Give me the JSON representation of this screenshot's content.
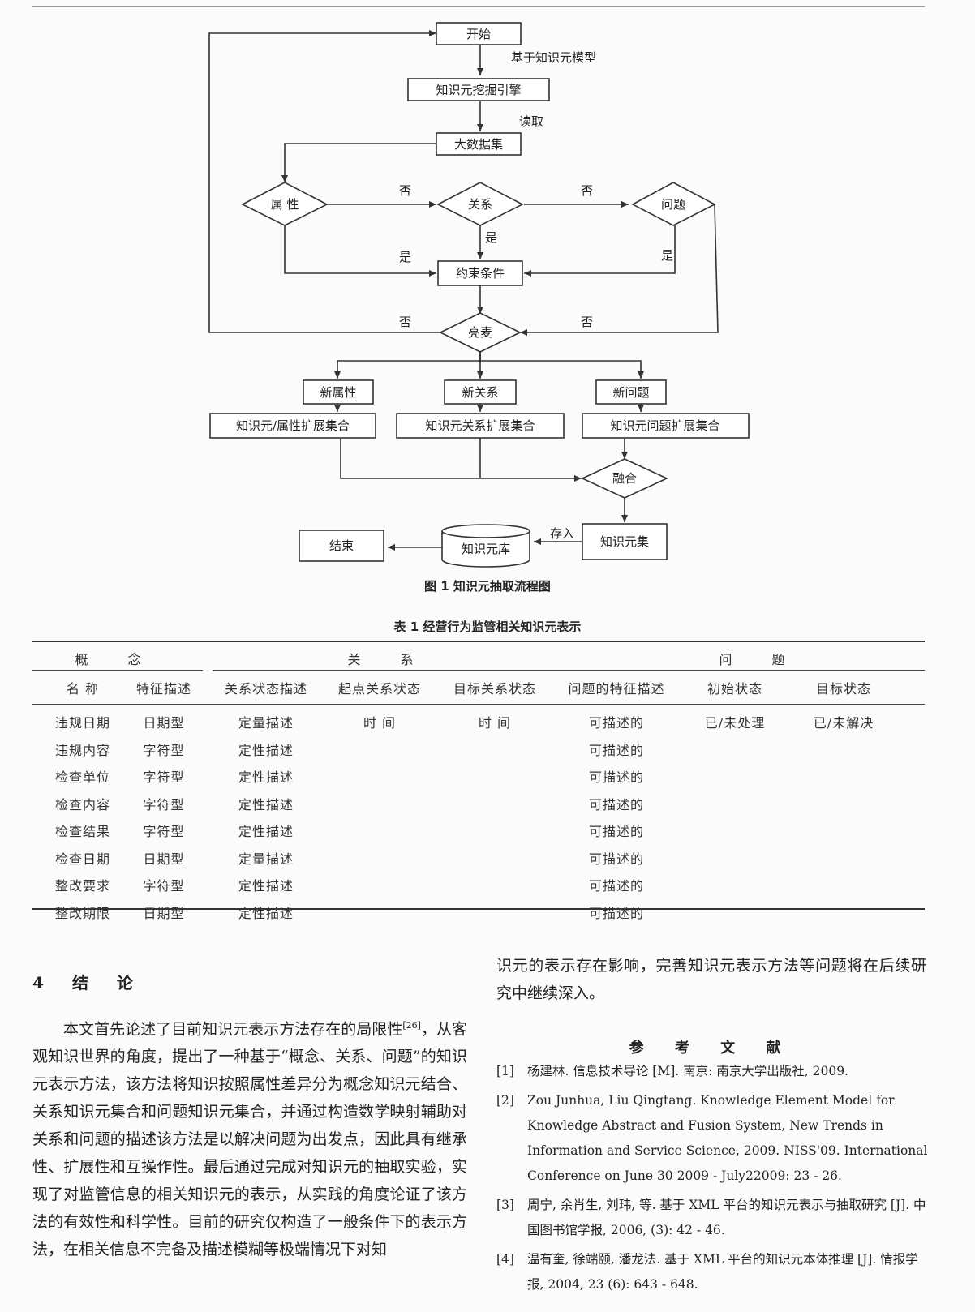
{
  "flowchart": {
    "nodes": {
      "start": "开始",
      "engine": "知识元挖掘引擎",
      "dataset": "大数据集",
      "attr": "属 性",
      "relation": "关系",
      "problem": "问题",
      "constraint": "约束条件",
      "highlight": "亮麦",
      "new_attr": "新属性",
      "new_rel": "新关系",
      "new_prob": "新问题",
      "attr_set": "知识元/属性扩展集合",
      "rel_set": "知识元关系扩展集合",
      "prob_set": "知识元问题扩展集合",
      "fuse": "融合",
      "ke_set": "知识元集",
      "ke_lib": "知识元库",
      "end": "结束"
    },
    "labels": {
      "based_on": "基于知识元模型",
      "read": "读取",
      "no1": "否",
      "no2": "否",
      "yes_attr": "是",
      "yes_rel": "是",
      "yes_prob": "是",
      "no_left": "否",
      "no_right": "否",
      "store": "存入"
    }
  },
  "figure_caption": "图 1  知识元抽取流程图",
  "table_caption": "表 1  经营行为监管相关知识元表示",
  "table": {
    "groups": [
      "概 念",
      "关 系",
      "问 题"
    ],
    "headers": [
      "名 称",
      "特征描述",
      "关系状态描述",
      "起点关系状态",
      "目标关系状态",
      "问题的特征描述",
      "初始状态",
      "目标状态"
    ],
    "rows": [
      [
        "违规日期",
        "日期型",
        "定量描述",
        "时 间",
        "时 间",
        "可描述的",
        "已/未处理",
        "已/未解决"
      ],
      [
        "违规内容",
        "字符型",
        "定性描述",
        "",
        "",
        "可描述的",
        "",
        ""
      ],
      [
        "检查单位",
        "字符型",
        "定性描述",
        "",
        "",
        "可描述的",
        "",
        ""
      ],
      [
        "检查内容",
        "字符型",
        "定性描述",
        "",
        "",
        "可描述的",
        "",
        ""
      ],
      [
        "检查结果",
        "字符型",
        "定性描述",
        "",
        "",
        "可描述的",
        "",
        ""
      ],
      [
        "检查日期",
        "日期型",
        "定量描述",
        "",
        "",
        "可描述的",
        "",
        ""
      ],
      [
        "整改要求",
        "字符型",
        "定性描述",
        "",
        "",
        "可描述的",
        "",
        ""
      ],
      [
        "整改期限",
        "日期型",
        "定性描述",
        "",
        "",
        "可描述的",
        "",
        ""
      ]
    ]
  },
  "section": {
    "title": "4 结 论",
    "para_a": "本文首先论述了目前知识元表示方法存在的局限性",
    "para_cite": "[26]",
    "para_b": "，从客观知识世界的角度，提出了一种基于“概念、关系、问题”的知识元表示方法，该方法将知识按照属性差异分为概念知识元结合、关系知识元集合和问题知识元集合，并通过构造数学映射辅助对关系和问题的描述该方法是以解决问题为出发点，因此具有继承性、扩展性和互操作性。最后通过完成对知识元的抽取实验，实现了对监管信息的相关知识元的表示，从实践的角度论证了该方法的有效性和科学性。目前的研究仅构造了一般条件下的表示方法，在相关信息不完备及描述模糊等极端情况下对知",
    "continuation": "识元的表示存在影响，完善知识元表示方法等问题将在后续研究中继续深入。"
  },
  "references": {
    "title": "参 考 文 献",
    "items": [
      {
        "num": "[1]",
        "text": "杨建林. 信息技术导论 [M]. 南京: 南京大学出版社, 2009."
      },
      {
        "num": "[2]",
        "text": "Zou Junhua, Liu Qingtang. Knowledge Element Model for Knowledge Abstract and Fusion System, New Trends in Information and Service Science, 2009. NISS'09. International Conference on June 30 2009 - July22009: 23 - 26."
      },
      {
        "num": "[3]",
        "text": "周宁, 余肖生, 刘玮, 等. 基于 XML 平台的知识元表示与抽取研究 [J]. 中国图书馆学报, 2006, (3): 42 - 46."
      },
      {
        "num": "[4]",
        "text": "温有奎, 徐端颐, 潘龙法. 基于 XML 平台的知识元本体推理 [J]. 情报学报, 2004, 23 (6): 643 - 648."
      }
    ]
  }
}
